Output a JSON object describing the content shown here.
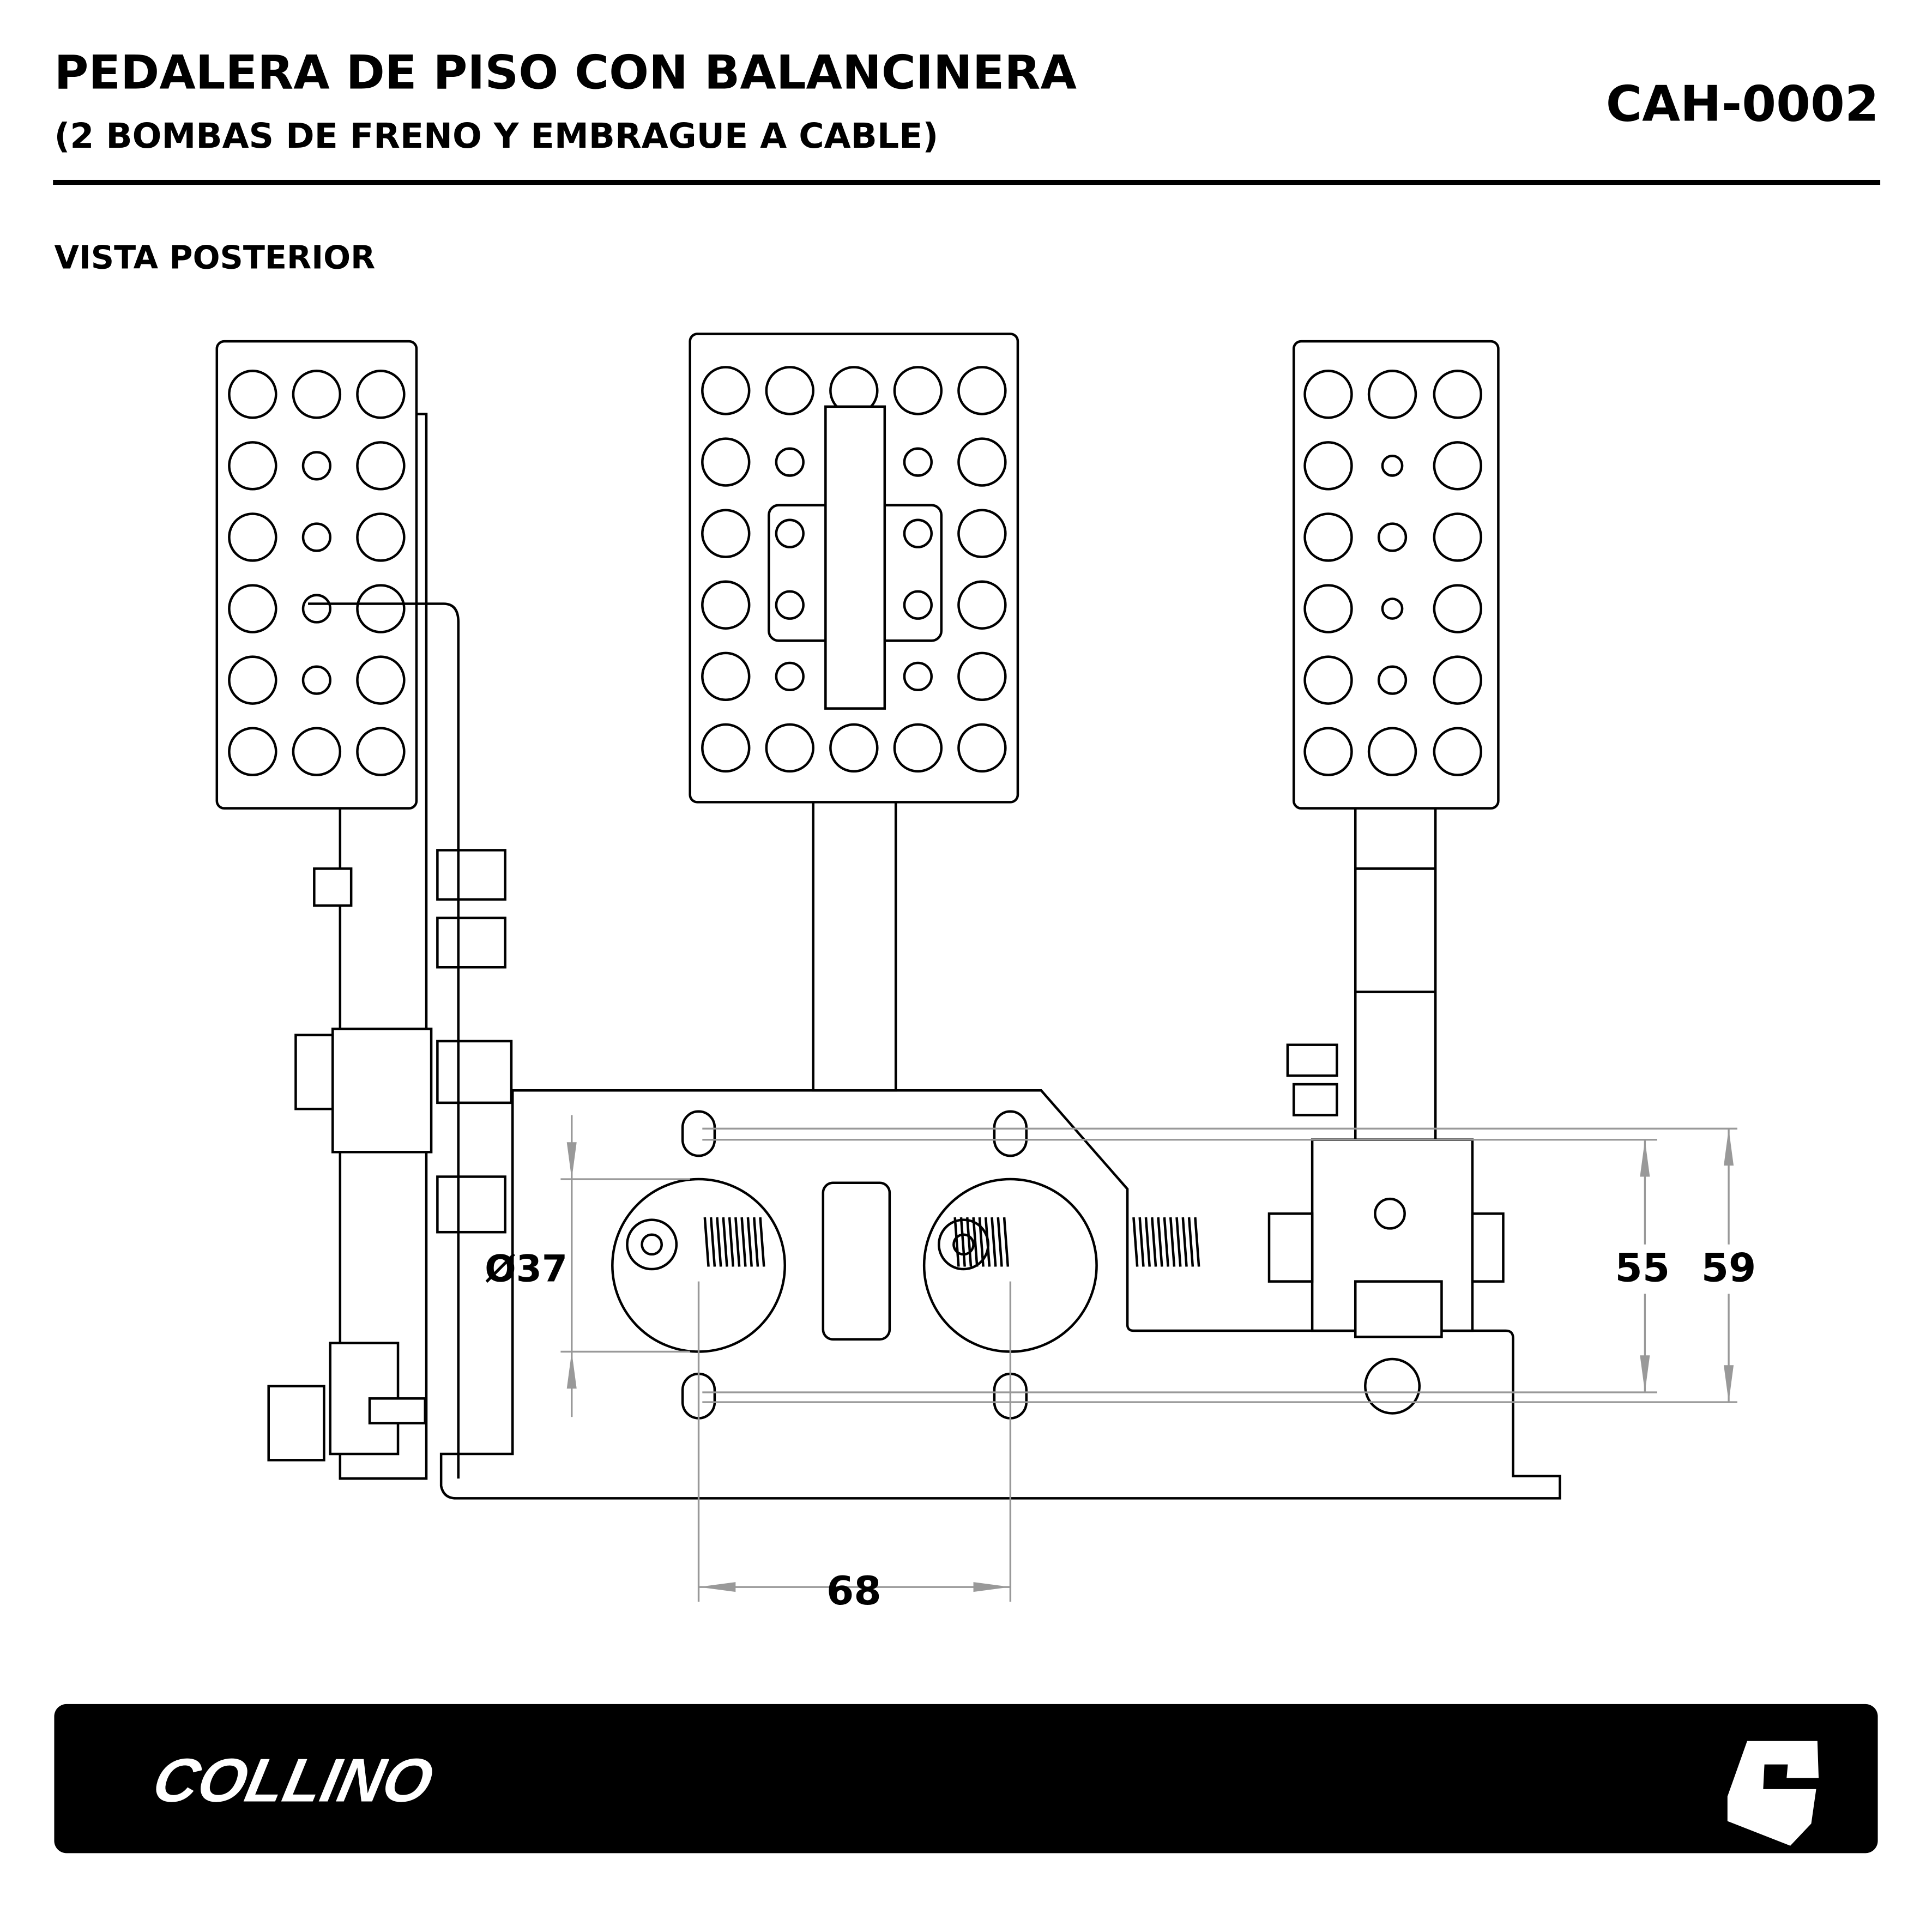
{
  "header": {
    "title": "PEDALERA DE PISO CON BALANCINERA",
    "subtitle": "(2 BOMBAS DE FRENO Y EMBRAGUE A CABLE)",
    "code": "CAH-0002"
  },
  "view_label": "VISTA POSTERIOR",
  "dimensions": {
    "diameter": "Ø37",
    "spacing": "68",
    "height_a": "55",
    "height_b": "59"
  },
  "footer": {
    "brand": "COLLINO",
    "logo_letter": "C",
    "background": "#000000",
    "text_color": "#ffffff"
  }
}
